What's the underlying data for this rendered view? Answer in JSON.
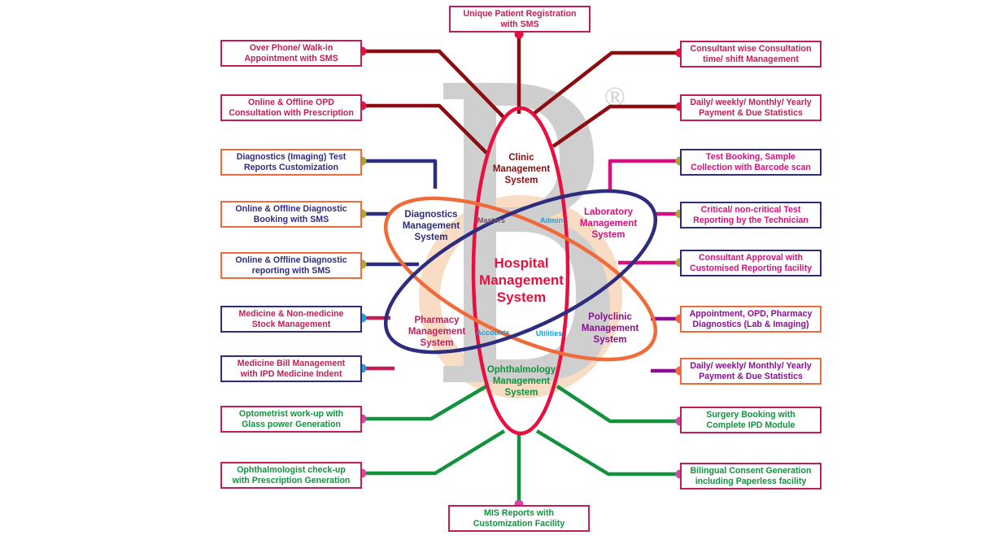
{
  "colors": {
    "maroon": "#8b0d12",
    "red": "#e8103f",
    "navy": "#2e2c7e",
    "orange": "#f06a3a",
    "green": "#13923e",
    "magenta": "#d6107e",
    "purple": "#8a0e92",
    "crimson": "#c21e55",
    "sky": "#1a9fd6",
    "olive": "#a7ad2e",
    "pink_dot": "#d14aa8",
    "watermark_gray": "#cfcfcf",
    "watermark_peach": "#f8dcc4"
  },
  "center": {
    "label": "Hospital\nManagement\nSystem"
  },
  "watermark": {
    "mark": "®"
  },
  "systems": {
    "clinic": "Clinic\nManagement\nSystem",
    "diagnostics": "Diagnostics\nManagement\nSystem",
    "laboratory": "Laboratory\nManagement\nSystem",
    "pharmacy": "Pharmacy\nManagement\nSystem",
    "polyclinic": "Polyclinic\nManagement\nSystem",
    "ophthalmology": "Ophthalmology\nManagement\nSystem"
  },
  "tags": {
    "masters": "Masters",
    "admin": "Admin",
    "accounts": "Accounts",
    "utilities": "Utilities"
  },
  "features": {
    "top": "Unique Patient Registration\nwith SMS",
    "bottom": "MIS Reports with\nCustomization Facility",
    "left": [
      "Over Phone/ Walk-in\nAppointment with SMS",
      "Online & Offline OPD\nConsultation with Prescription",
      "Diagnostics (Imaging) Test\nReports Customization",
      "Online & Offline Diagnostic\nBooking with SMS",
      "Online & Offline Diagnostic\nreporting with SMS",
      "Medicine & Non-medicine\nStock Management",
      "Medicine Bill Management\nwith IPD Medicine Indent",
      "Optometrist work-up with\nGlass power Generation",
      "Ophthalmologist check-up\nwith Prescription Generation"
    ],
    "right": [
      "Consultant wise Consultation\ntime/ shift Management",
      "Daily/ weekly/ Monthly/ Yearly\nPayment & Due Statistics",
      "Test Booking, Sample\nCollection with Barcode scan",
      "Critical/ non-critical Test\nReporting by the Technician",
      "Consultant Approval with\nCustomised Reporting facility",
      "Appointment, OPD, Pharmacy\nDiagnostics (Lab & Imaging)",
      "Daily/ weekly/ Monthly/ Yearly\nPayment & Due Statistics",
      "Surgery Booking with\nComplete IPD Module",
      "Bilingual Consent Generation\nincluding Paperless facility"
    ]
  }
}
